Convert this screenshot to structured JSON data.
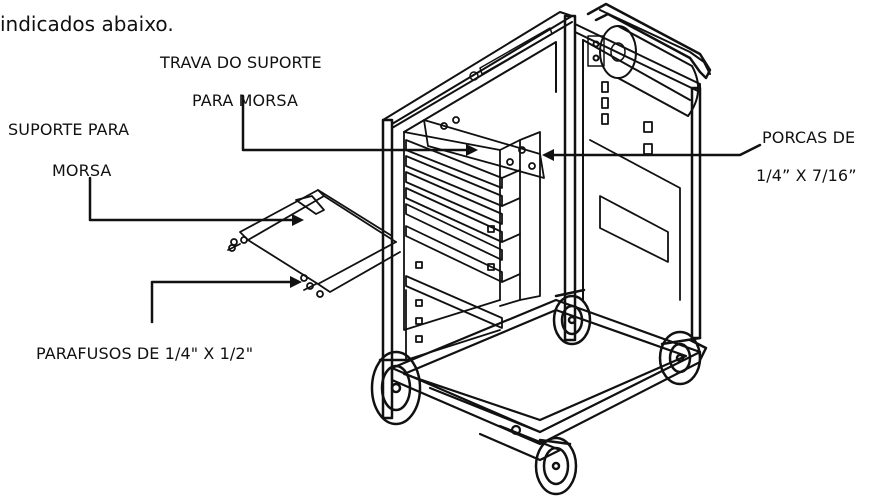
{
  "intro_text": "indicados abaixo.",
  "labels": {
    "trava_line1": "TRAVA DO SUPORTE",
    "trava_line2": "PARA MORSA",
    "suporte_line1": "SUPORTE PARA",
    "suporte_line2": "MORSA",
    "porcas_line1": "PORCAS DE",
    "porcas_line2": "1/4” X 7/16”",
    "parafusos": "PARAFUSOS DE 1/4\" X 1/2\""
  }
}
